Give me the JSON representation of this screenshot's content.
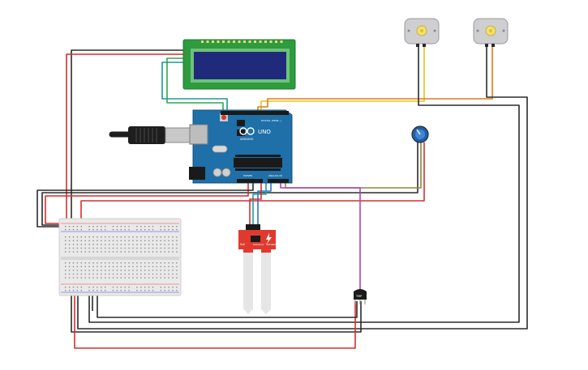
{
  "arduino": {
    "brand": "ARDUINO",
    "model": "UNO",
    "digital_label": "DIGITAL (PWM~)",
    "power_label": "POWER",
    "analog_label": "ANALOG IN",
    "board_color": "#1f6fa8"
  },
  "lcd": {
    "pcb_color": "#2e9b3e",
    "screen_color": "#1f2b7a"
  },
  "moisture_sensor": {
    "left_text": "Soil",
    "mid_text": "Moisture",
    "right_text": "Sensor",
    "color": "#e03a2f"
  },
  "temperature_sensor": {
    "label": "TMP"
  },
  "wire_colors": {
    "red": "#d62e2e",
    "black": "#2b2b2b",
    "green": "#2fa84f",
    "yellow": "#e7c21a",
    "orange": "#e07b1c",
    "blue": "#2f6fd1",
    "magenta": "#b23fb8",
    "olive": "#8a8a3a"
  }
}
